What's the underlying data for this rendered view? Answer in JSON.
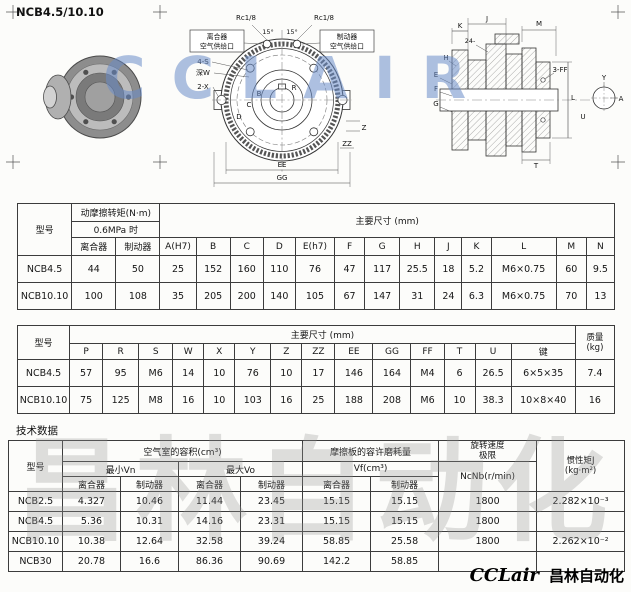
{
  "page": {
    "title": "NCB4.5/10.10",
    "tech_data_label": "技术数据",
    "footer_brand": "CCLair",
    "footer_company": "昌林自动化"
  },
  "watermarks": {
    "blue": "CCLAIR",
    "gray": "昌林自动化"
  },
  "drawing": {
    "rc18": "Rc1/8",
    "deg15": "15°",
    "clutch_word": "离合器",
    "brake_word": "制动器",
    "feed_word": "空气供给口",
    "s4": "4-S",
    "depth_w": "深W",
    "x2": "2-X",
    "b": "B",
    "c": "C",
    "d": "D",
    "r": "R",
    "z": "Z",
    "zz": "ZZ",
    "ee": "EE",
    "gg": "GG",
    "k": "K",
    "j": "J",
    "m": "M",
    "h": "H",
    "e": "E",
    "f": "F",
    "g": "G",
    "teeth": "24-",
    "ff3": "3-FF",
    "l": "L",
    "u": "U",
    "t": "T",
    "y": "Y",
    "a": "A"
  },
  "table1": {
    "headers": {
      "model": "型号",
      "torque": "动摩擦转矩(N·m)",
      "pressure": "0.6MPa 时",
      "clutch": "离合器",
      "brake": "制动器",
      "dims": "主要尺寸 (mm)",
      "cols": [
        "A(H7)",
        "B",
        "C",
        "D",
        "E(h7)",
        "F",
        "G",
        "H",
        "J",
        "K",
        "L",
        "M",
        "N"
      ]
    },
    "rows": [
      [
        "NCB4.5",
        "44",
        "50",
        "25",
        "152",
        "160",
        "110",
        "76",
        "47",
        "117",
        "25.5",
        "18",
        "5.2",
        "M6×0.75",
        "60",
        "9.5"
      ],
      [
        "NCB10.10",
        "100",
        "108",
        "35",
        "205",
        "200",
        "140",
        "105",
        "67",
        "147",
        "31",
        "24",
        "6.3",
        "M6×0.75",
        "70",
        "13"
      ]
    ]
  },
  "table2": {
    "headers": {
      "model": "型号",
      "dims": "主要尺寸 (mm)",
      "mass": "质量",
      "mass_unit": "(kg)",
      "cols": [
        "P",
        "R",
        "S",
        "W",
        "X",
        "Y",
        "Z",
        "ZZ",
        "EE",
        "GG",
        "FF",
        "T",
        "U",
        "键"
      ]
    },
    "rows": [
      [
        "NCB4.5",
        "57",
        "95",
        "M6",
        "14",
        "10",
        "76",
        "10",
        "17",
        "146",
        "164",
        "M4",
        "6",
        "26.5",
        "6×5×35",
        "7.4"
      ],
      [
        "NCB10.10",
        "75",
        "125",
        "M8",
        "16",
        "10",
        "103",
        "16",
        "25",
        "188",
        "208",
        "M6",
        "10",
        "38.3",
        "10×8×40",
        "16"
      ]
    ]
  },
  "table3": {
    "headers": {
      "model": "型号",
      "air_volume": "空气室的容积(cm³)",
      "min": "最小Vn",
      "max": "最大Vo",
      "wear": "摩擦板的容许磨耗量",
      "wear2": "Vf(cm³)",
      "speed1": "旋转速度",
      "speed2": "极限",
      "speed3": "NcNb(r/min)",
      "inertia1": "惯性矩J",
      "inertia2": "(kg·m²)",
      "clutch": "离合器",
      "brake": "制动器"
    },
    "rows": [
      [
        "NCB2.5",
        "4.327",
        "10.46",
        "11.44",
        "23.45",
        "15.15",
        "15.15",
        "1800",
        "2.282×10⁻³"
      ],
      [
        "NCB4.5",
        "5.36",
        "10.31",
        "14.16",
        "23.31",
        "15.15",
        "15.15",
        "1800",
        ""
      ],
      [
        "NCB10.10",
        "10.38",
        "12.64",
        "32.58",
        "39.24",
        "58.85",
        "25.58",
        "1800",
        "2.262×10⁻²"
      ],
      [
        "NCB30",
        "20.78",
        "16.6",
        "86.36",
        "90.69",
        "142.2",
        "58.85",
        "",
        ""
      ]
    ]
  }
}
